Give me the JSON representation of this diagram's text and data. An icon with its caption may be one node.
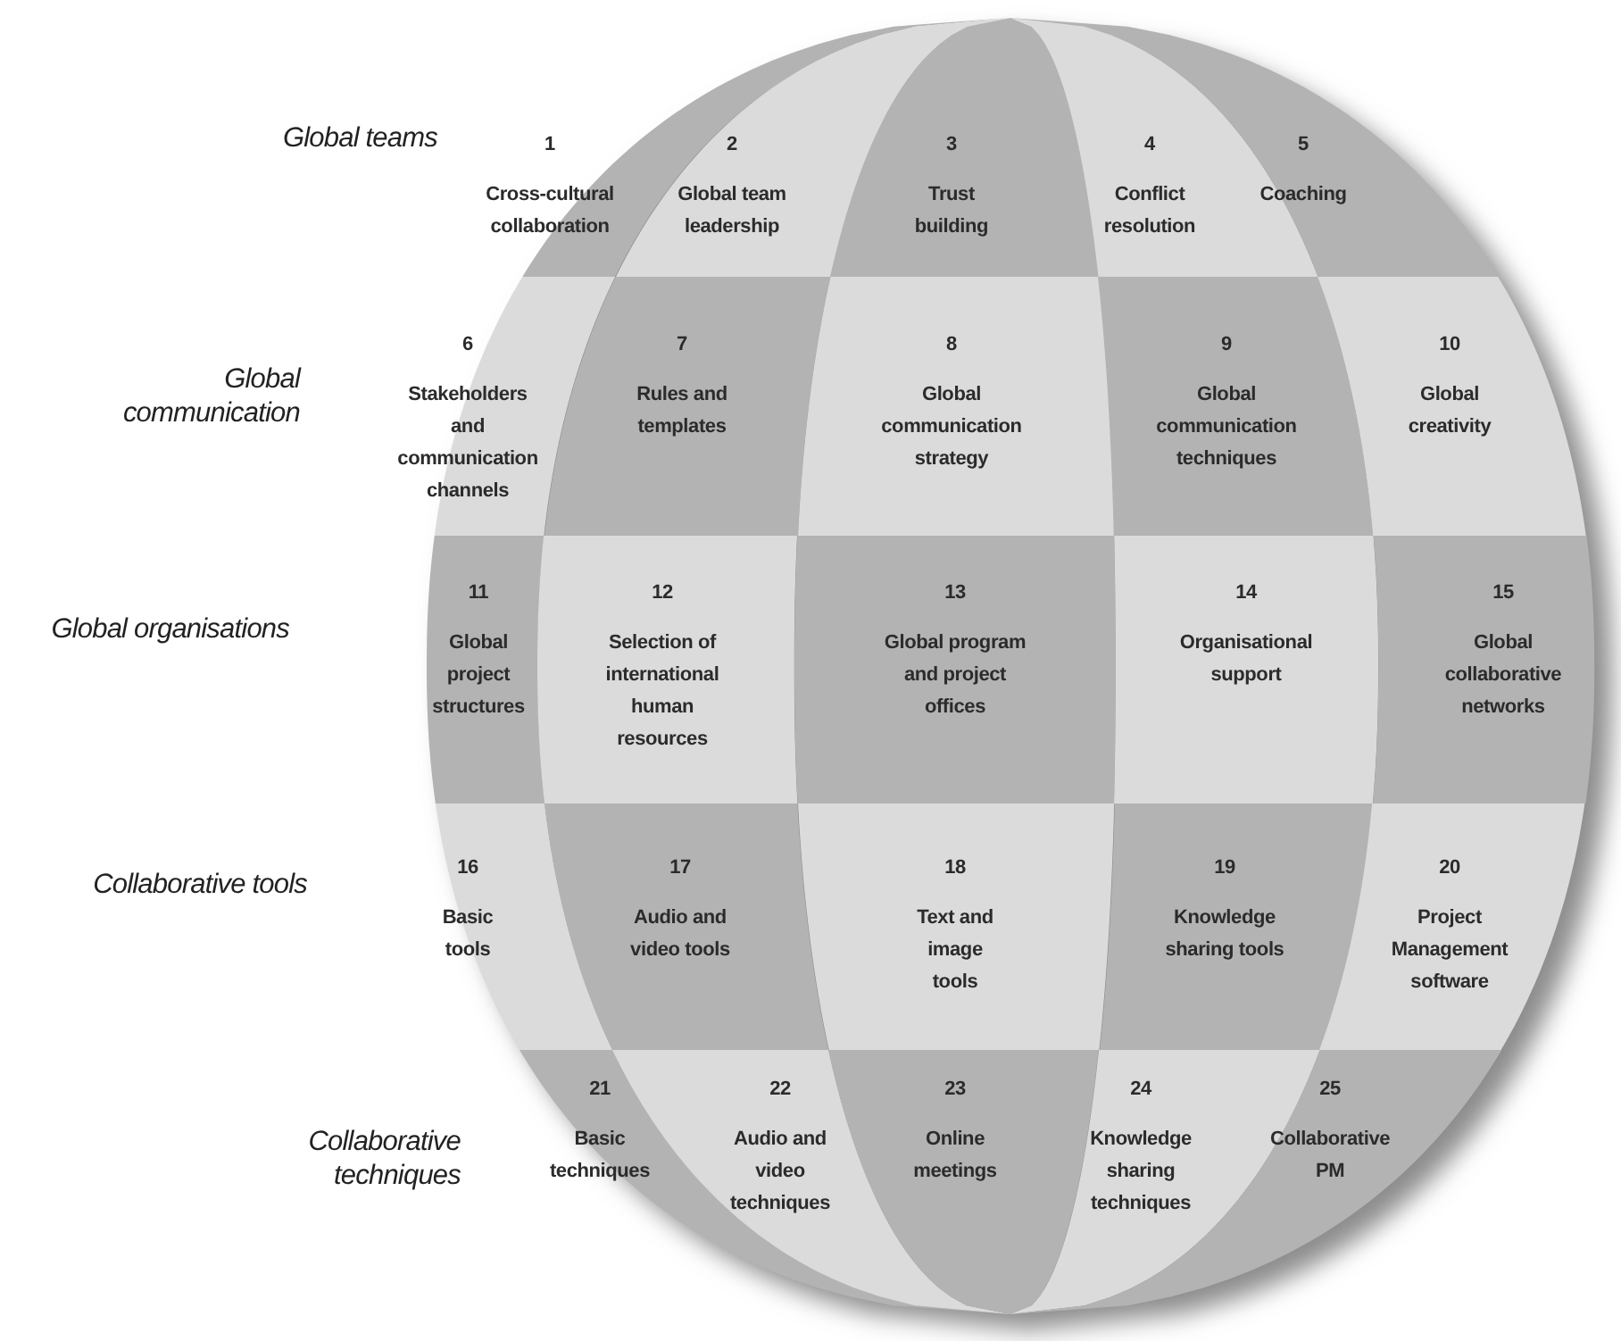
{
  "diagram": {
    "nodes": [
      {
        "text": [
          "1",
          "Cross-cultural collaboration"
        ]
      },
      {
        "text": [
          "2",
          "Global team leadership"
        ]
      },
      {
        "text": [
          "3",
          "Trust building"
        ]
      },
      {
        "text": [
          "4",
          "Conflict resolution"
        ]
      },
      {
        "text": [
          "5",
          "Coaching"
        ]
      },
      {
        "text": [
          "6",
          "Stakeholders and communication channels"
        ]
      },
      {
        "text": [
          "7",
          "Rules and templates"
        ]
      },
      {
        "text": [
          "8",
          "Global communication strategy"
        ]
      },
      {
        "text": [
          "9",
          "Global communication techniques"
        ]
      },
      {
        "text": [
          "10",
          "Global creativity"
        ]
      },
      {
        "text": [
          "11",
          "Global project structures"
        ]
      },
      {
        "text": [
          "12",
          "Selection of international human resources"
        ]
      },
      {
        "text": [
          "13",
          "Global program and project offices"
        ]
      },
      {
        "text": [
          "14",
          "Organisational support"
        ]
      },
      {
        "text": [
          "15",
          "Global collaborative networks"
        ]
      },
      {
        "text": [
          "16",
          "Basic tools"
        ]
      },
      {
        "text": [
          "17",
          "Audio and video tools"
        ]
      },
      {
        "text": [
          "18",
          "Text and image tools"
        ]
      },
      {
        "text": [
          "19",
          "Knowledge sharing tools"
        ]
      },
      {
        "text": [
          "20",
          "Project Management software"
        ]
      },
      {
        "text": [
          "21",
          "Basic techniques"
        ]
      },
      {
        "text": [
          "22",
          "Audio and video techniques"
        ]
      },
      {
        "text": [
          "23",
          "Online meetings"
        ]
      },
      {
        "text": [
          "24",
          "Knowledge sharing techniques"
        ]
      },
      {
        "text": [
          "25",
          "Collaborative PM"
        ]
      }
    ],
    "labels": [
      "Global teams",
      "Global communication",
      "Global organisations",
      "Collaborative tools",
      "Collaborative techniques"
    ]
  }
}
